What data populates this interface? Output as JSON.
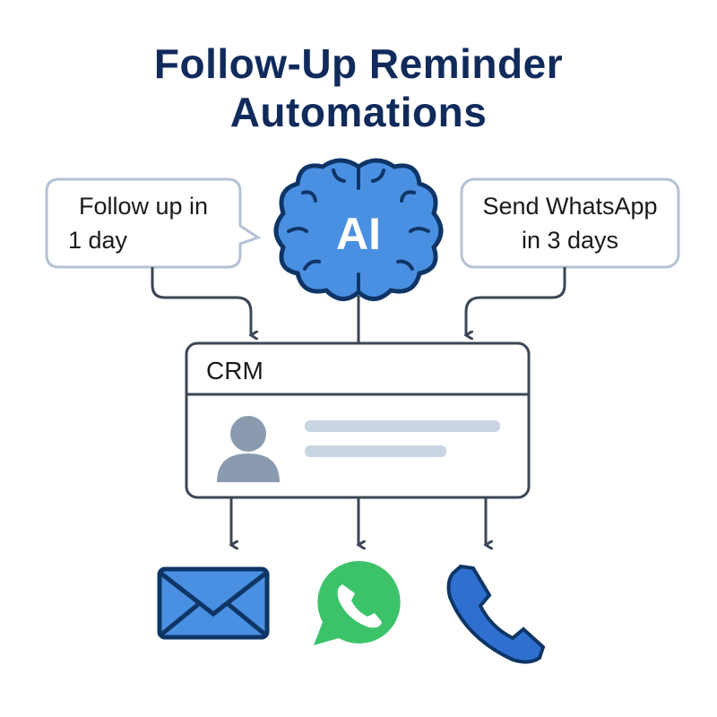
{
  "title": {
    "line1": "Follow-Up Reminder",
    "line2": "Automations"
  },
  "left_bubble": {
    "line1": "Follow up in",
    "line2": "1 day"
  },
  "right_bubble": {
    "line1": "Send WhatsApp",
    "line2": "in 3 days"
  },
  "brain": {
    "label": "AI",
    "icon": "brain-icon"
  },
  "crm": {
    "label": "CRM"
  },
  "channels": [
    {
      "name": "email",
      "icon": "envelope-icon"
    },
    {
      "name": "whatsapp",
      "icon": "whatsapp-icon"
    },
    {
      "name": "phone",
      "icon": "phone-icon"
    }
  ],
  "colors": {
    "title": "#102a5c",
    "brain": "#4a90e2",
    "outline": "#0e3566",
    "whatsapp": "#3cc36a",
    "placeholder": "#c9d5e3",
    "avatar": "#8a9bb0"
  }
}
